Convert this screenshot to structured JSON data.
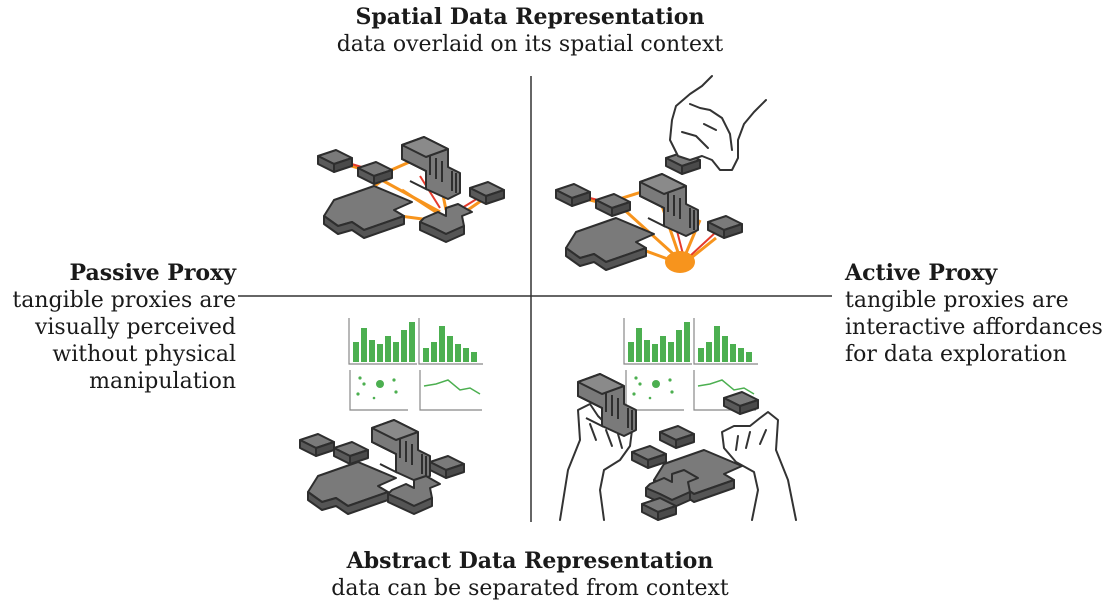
{
  "axes": {
    "top": {
      "title": "Spatial Data Representation",
      "subtitle": "data overlaid on its spatial context"
    },
    "bottom": {
      "title": "Abstract Data Representation",
      "subtitle": "data can be separated from context"
    },
    "left": {
      "title": "Passive Proxy",
      "lines": [
        "tangible proxies are",
        "visually perceived",
        "without physical",
        "manipulation"
      ]
    },
    "right": {
      "title": "Active Proxy",
      "lines": [
        "tangible proxies are",
        "interactive affordances",
        "for data exploration"
      ]
    }
  },
  "colors": {
    "axis_line": "#333333",
    "proxy_fill": "#6b6b6b",
    "proxy_stroke": "#2e2e2e",
    "link_orange": "#f7941d",
    "link_red": "#e53b2c",
    "selection_node": "#f7941d",
    "chart_green": "#4caf50"
  },
  "quadrants": {
    "top_left": "gray building-shaped proxies connected by orange/red links",
    "top_right": "hand picking a proxy; links converge on an orange node",
    "bottom_left": "bar charts and scatter/line plots above scattered proxies",
    "bottom_right": "two hands holding proxies under bar charts and line plot"
  }
}
